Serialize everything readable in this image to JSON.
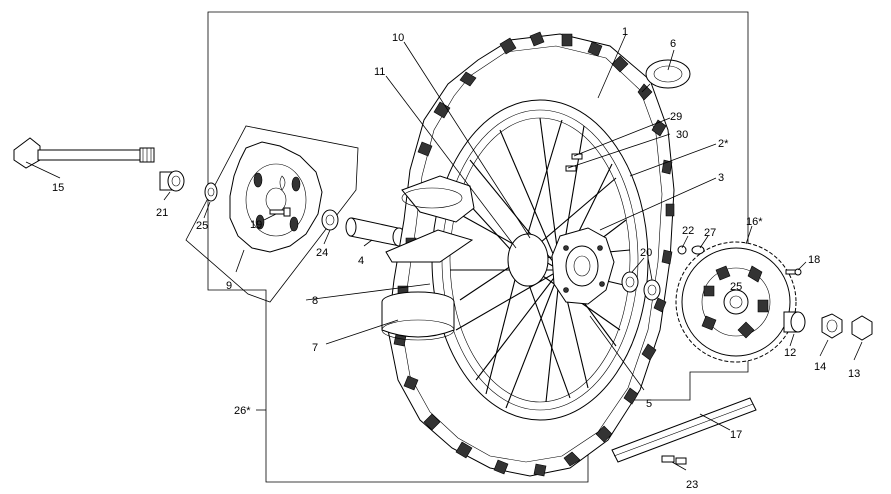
{
  "callouts": {
    "c1": "1",
    "c2": "2*",
    "c3": "3",
    "c4": "4",
    "c5": "5",
    "c6": "6",
    "c7": "7",
    "c8": "8",
    "c9": "9",
    "c10": "10",
    "c11": "11",
    "c12": "12",
    "c13": "13",
    "c14": "14",
    "c15": "15",
    "c16": "16*",
    "c17": "17",
    "c18": "18",
    "c19": "19",
    "c20": "20",
    "c21": "21",
    "c22": "22",
    "c23": "23",
    "c24": "24",
    "c25a": "25",
    "c25b": "25",
    "c26": "26*",
    "c27": "27",
    "c29": "29",
    "c30": "30"
  }
}
